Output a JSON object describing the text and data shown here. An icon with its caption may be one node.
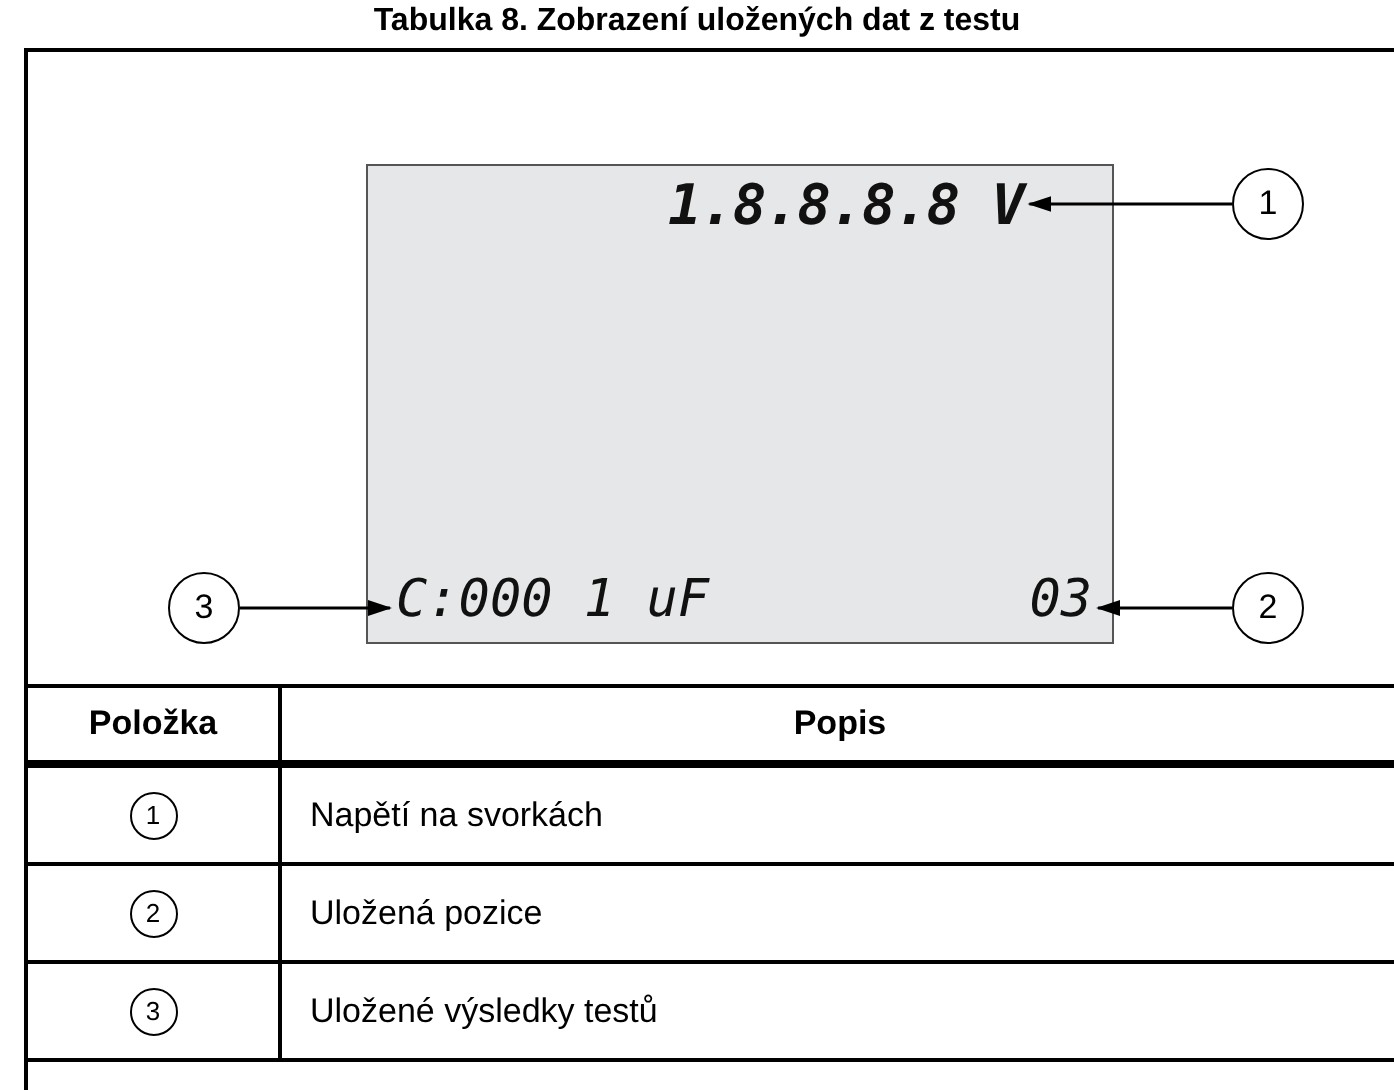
{
  "diagram": {
    "title": "Tabulka 8. Zobrazení uložených dat z testu",
    "nodes": [
      {
        "text": [],
        "shape": "box"
      },
      {
        "text": [
          "1.8.8.8.8 V"
        ],
        "in": 0
      },
      {
        "text": [
          "C:000 1 uF"
        ],
        "in": 0
      },
      {
        "text": [
          "03"
        ],
        "in": 0
      },
      {
        "text": [
          "1"
        ]
      },
      {
        "text": [
          "2"
        ]
      },
      {
        "text": [
          "3"
        ]
      }
    ],
    "edges": [
      {
        "from": 4,
        "to": 1,
        "arrow": "to"
      },
      {
        "from": 5,
        "to": 3,
        "arrow": "to"
      },
      {
        "from": 6,
        "to": 2,
        "arrow": "to"
      }
    ],
    "labels": [
      "Položka",
      "Popis",
      "1",
      "Napětí na svorkách",
      "2",
      "Uložená pozice",
      "3",
      "Uložené výsledky testů"
    ]
  }
}
